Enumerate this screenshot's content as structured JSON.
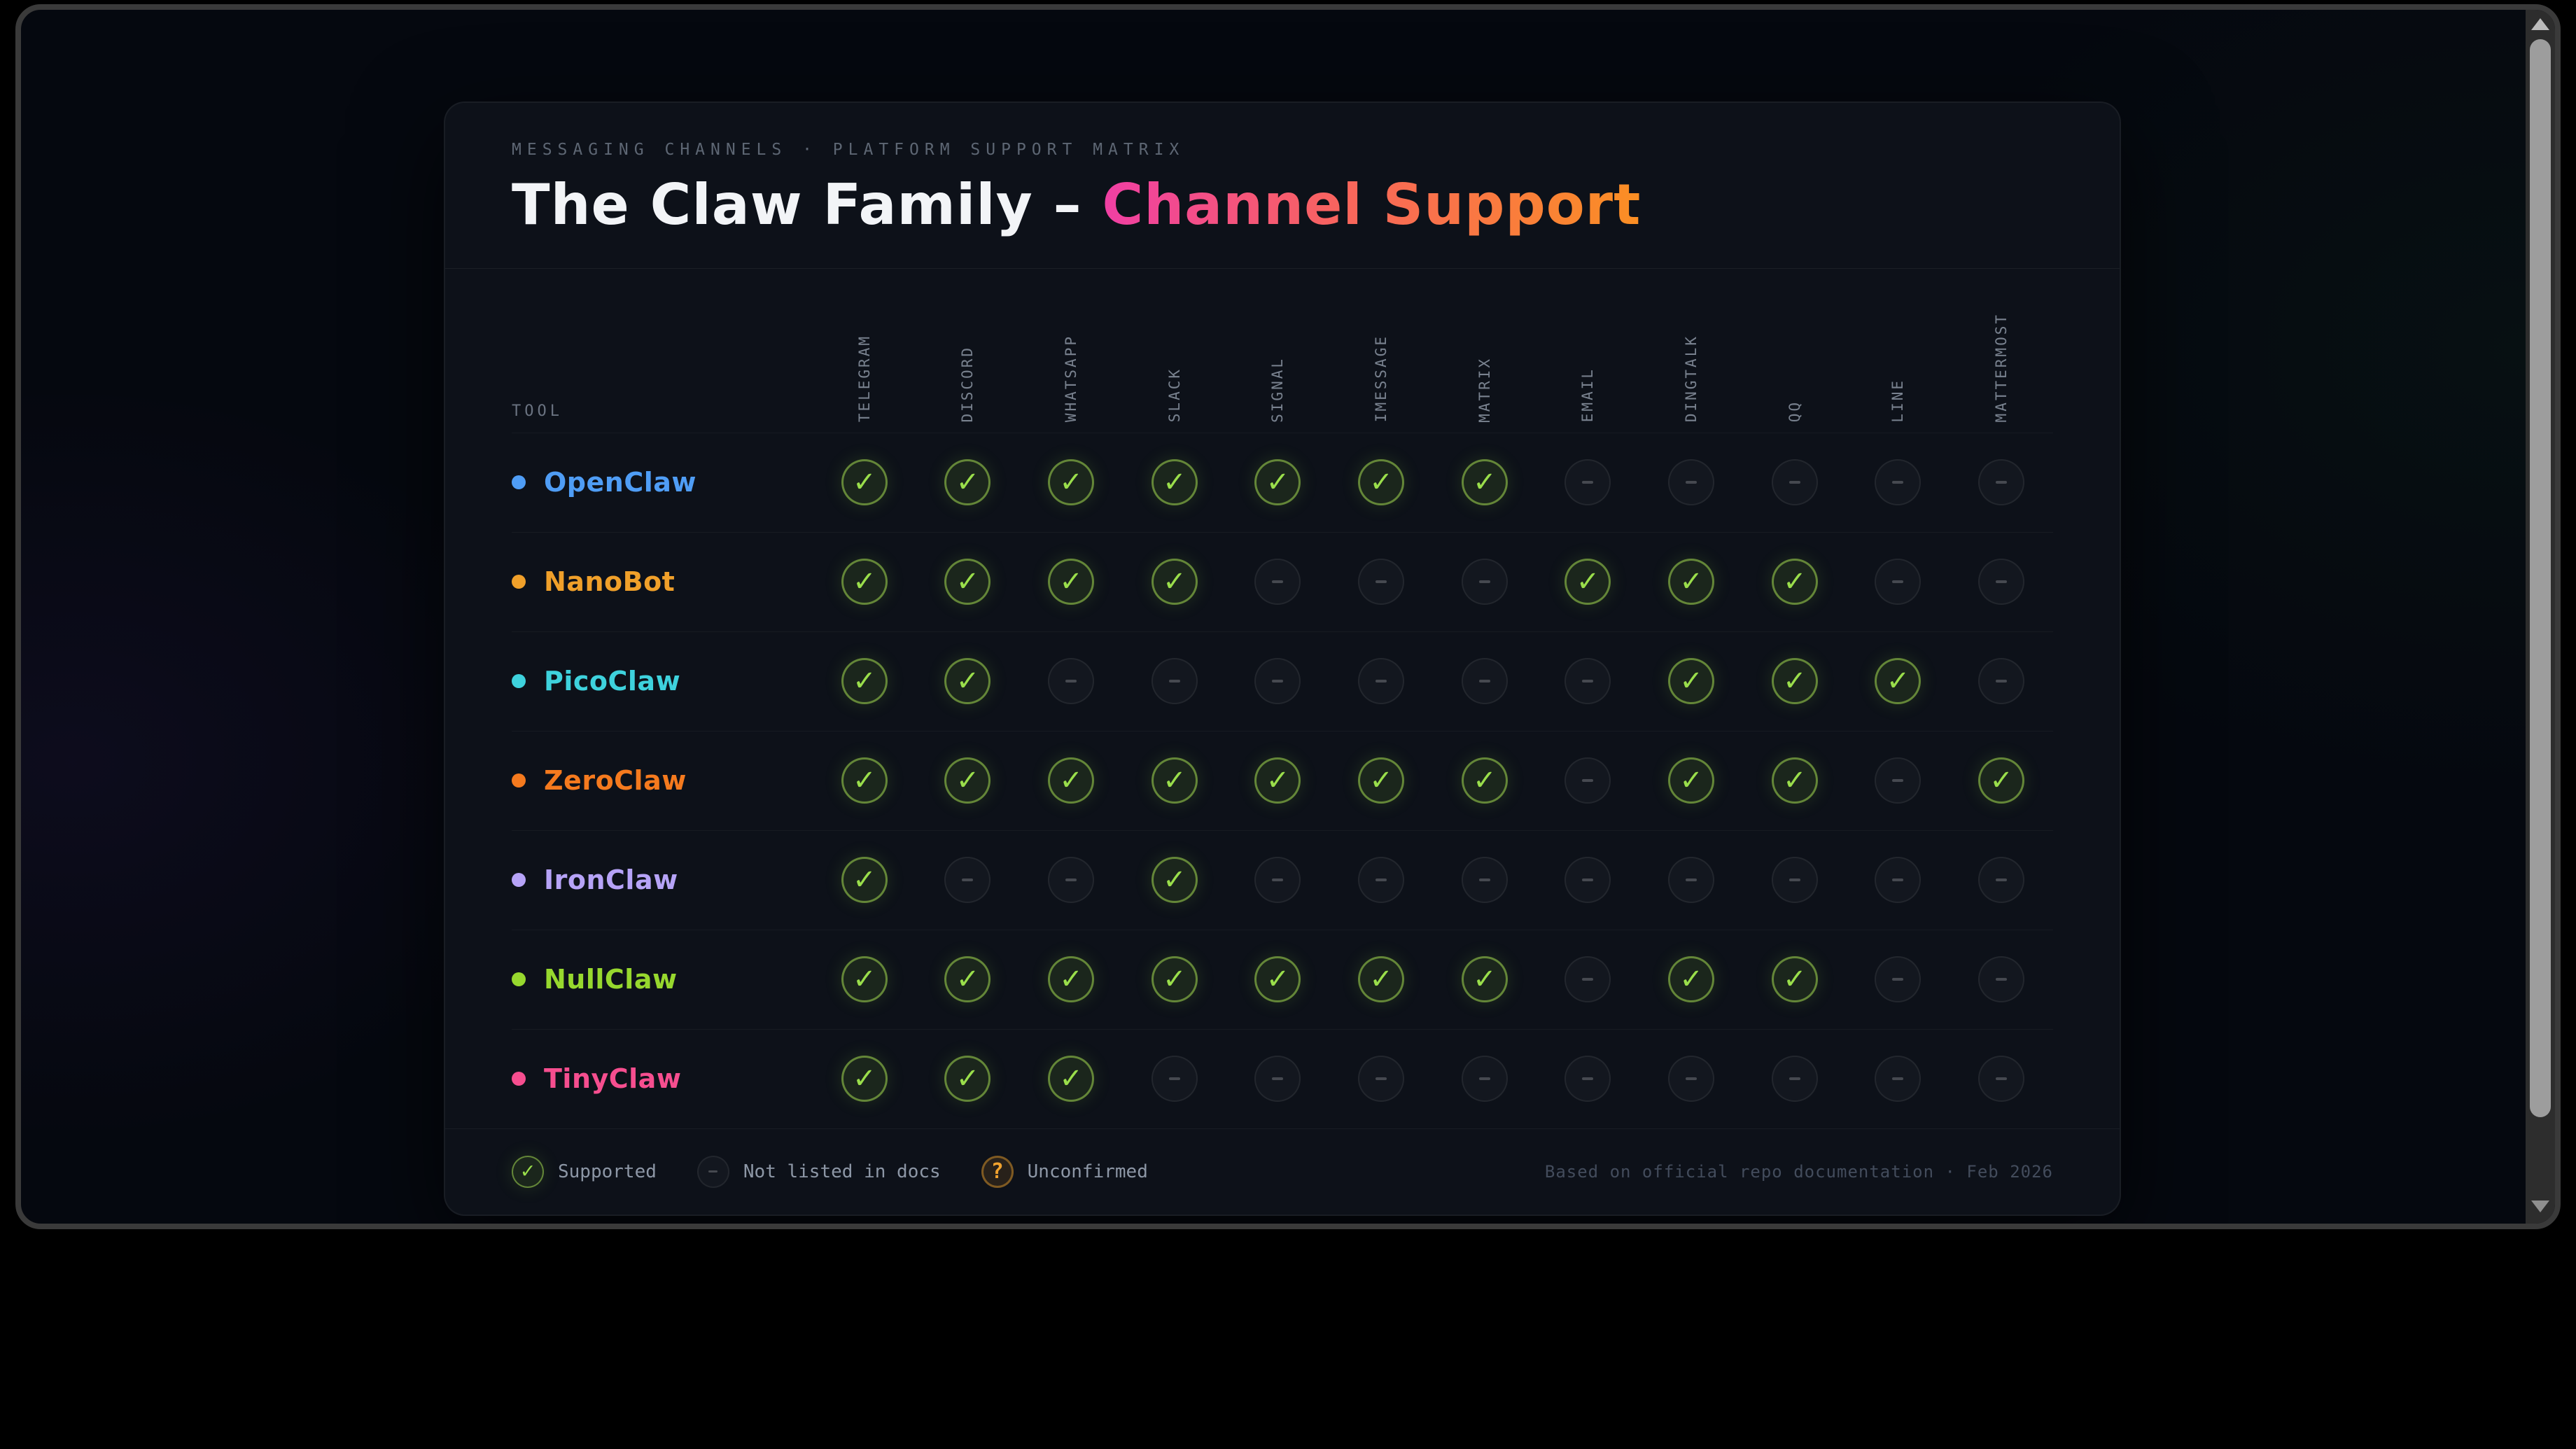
{
  "card": {
    "eyebrow": "MESSAGING CHANNELS · PLATFORM SUPPORT MATRIX",
    "title_plain": "The Claw Family – ",
    "title_gradient": "Channel Support",
    "title_gradient_colors": [
      "#f03fa4",
      "#fb8f23"
    ],
    "footnote": "Based on official repo documentation · Feb 2026"
  },
  "table": {
    "tool_header": "TOOL",
    "channels": [
      "TELEGRAM",
      "DISCORD",
      "WHATSAPP",
      "SLACK",
      "SIGNAL",
      "IMESSAGE",
      "MATRIX",
      "EMAIL",
      "DINGTALK",
      "QQ",
      "LINE",
      "MATTERMOST"
    ],
    "rows": [
      {
        "name": "OpenClaw",
        "color": "#4f9df5",
        "support": [
          1,
          1,
          1,
          1,
          1,
          1,
          1,
          0,
          0,
          0,
          0,
          0
        ]
      },
      {
        "name": "NanoBot",
        "color": "#f0a02a",
        "support": [
          1,
          1,
          1,
          1,
          0,
          0,
          0,
          1,
          1,
          1,
          0,
          0
        ]
      },
      {
        "name": "PicoClaw",
        "color": "#3ed2dd",
        "support": [
          1,
          1,
          0,
          0,
          0,
          0,
          0,
          0,
          1,
          1,
          1,
          0
        ]
      },
      {
        "name": "ZeroClaw",
        "color": "#f57a1e",
        "support": [
          1,
          1,
          1,
          1,
          1,
          1,
          1,
          0,
          1,
          1,
          0,
          1
        ]
      },
      {
        "name": "IronClaw",
        "color": "#b6a3f7",
        "support": [
          1,
          0,
          0,
          1,
          0,
          0,
          0,
          0,
          0,
          0,
          0,
          0
        ]
      },
      {
        "name": "NullClaw",
        "color": "#97d82e",
        "support": [
          1,
          1,
          1,
          1,
          1,
          1,
          1,
          0,
          1,
          1,
          0,
          0
        ]
      },
      {
        "name": "TinyClaw",
        "color": "#f64e8f",
        "support": [
          1,
          1,
          1,
          0,
          0,
          0,
          0,
          0,
          0,
          0,
          0,
          0
        ]
      }
    ],
    "check_color": "#9ade4b",
    "unconfirmed_color": "#f0a22e"
  },
  "legend": [
    {
      "icon": "check-icon",
      "label": "Supported"
    },
    {
      "icon": "dash-icon",
      "label": "Not listed in docs"
    },
    {
      "icon": "question-icon",
      "label": "Unconfirmed"
    }
  ]
}
